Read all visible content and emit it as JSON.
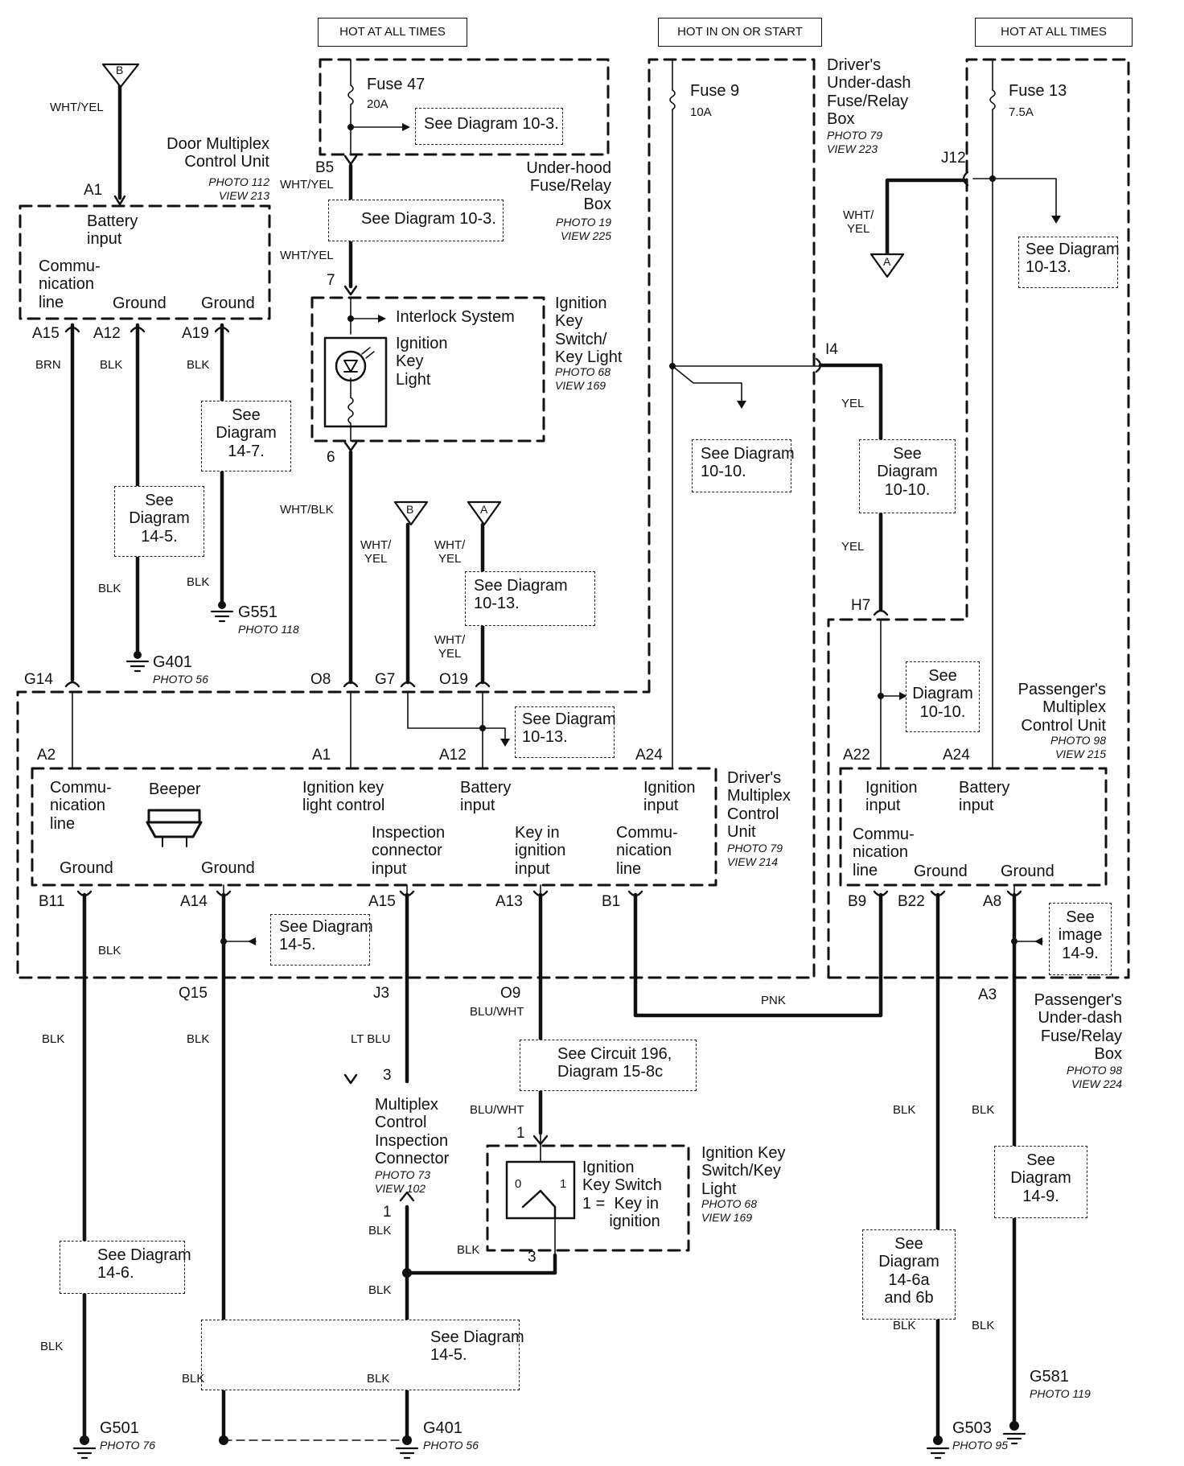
{
  "hot_boxes": {
    "hot_left": "HOT AT ALL TIMES",
    "hot_mid": "HOT IN ON OR START",
    "hot_right": "HOT AT ALL TIMES"
  },
  "fuses": {
    "f47": {
      "name": "Fuse 47",
      "rating": "20A"
    },
    "f9": {
      "name": "Fuse 9",
      "rating": "10A"
    },
    "f13": {
      "name": "Fuse 13",
      "rating": "7.5A"
    }
  },
  "components": {
    "door_mux": {
      "title": "Door Multiplex\nControl Unit",
      "photo": "PHOTO 112\nVIEW 213",
      "battery": "Battery\ninput",
      "comm": "Commu-\nnication\nline",
      "ground1": "Ground",
      "ground2": "Ground"
    },
    "underhood": {
      "title": "Under-hood\nFuse/Relay\nBox",
      "photo": "PHOTO 19\nVIEW 225"
    },
    "ign_key_light": {
      "title": "Ignition\nKey\nSwitch/\nKey Light",
      "photo": "PHOTO 68\nVIEW 169",
      "interlock": "Interlock System",
      "light": "Ignition\nKey\nLight"
    },
    "drv_dash": {
      "title": "Driver's\nUnder-dash\nFuse/Relay\nBox",
      "photo": "PHOTO 79\nVIEW 223"
    },
    "pass_mux": {
      "title": "Passenger's\nMultiplex\nControl Unit",
      "photo": "PHOTO 98\nVIEW 215",
      "ign": "Ignition\ninput",
      "bat": "Battery\ninput",
      "comm": "Commu-\nnication\nline",
      "gnd1": "Ground",
      "gnd2": "Ground"
    },
    "drv_mux": {
      "title": "Driver's\nMultiplex\nControl\nUnit",
      "photo": "PHOTO 79\nVIEW 214",
      "comm": "Commu-\nnication\nline",
      "beeper": "Beeper",
      "ign_light": "Ignition key\nlight control",
      "battery": "Battery\ninput",
      "ign_input": "Ignition\ninput",
      "ground1": "Ground",
      "ground2": "Ground",
      "insp": "Inspection\nconnector\ninput",
      "keyin": "Key in\nignition\ninput",
      "comm2": "Commu-\nnication\nline"
    },
    "pass_dash": {
      "title": "Passenger's\nUnder-dash\nFuse/Relay\nBox",
      "photo": "PHOTO 98\nVIEW 224"
    },
    "insp_conn": {
      "title": "Multiplex\nControl\nInspection\nConnector",
      "photo": "PHOTO 73\nVIEW 102"
    },
    "ign_key_sw": {
      "title": "Ignition Key\nSwitch/Key\nLight",
      "photo": "PHOTO 68\nVIEW 169",
      "inner": "Ignition\nKey Switch\n1 =  Key in\n      ignition",
      "p0": "0",
      "p1": "1"
    }
  },
  "see_refs": {
    "r1": "See Diagram 10-3.",
    "r2": "See Diagram 10-3.",
    "r3": "See\nDiagram\n14-7.",
    "r4": "See\nDiagram\n14-5.",
    "r5": "See Diagram\n10-10.",
    "r6": "See\nDiagram\n10-10.",
    "r7": "See Diagram\n10-13.",
    "r8": "See Diagram\n10-13.",
    "r9": "See\nDiagram\n10-10.",
    "r10": "See Diagram\n10-13.",
    "r11": "See Diagram\n14-5.",
    "r12": "See\nimage\n14-9.",
    "r13": "See Circuit 196,\nDiagram 15-8c",
    "r14": "See Diagram\n14-6.",
    "r15": "See\nDiagram\n14-9.",
    "r16": "See\nDiagram\n14-6a\nand 6b",
    "r17": "See Diagram\n14-5."
  },
  "grounds": [
    {
      "name": "G551",
      "photo": "PHOTO 118"
    },
    {
      "name": "G401",
      "photo": "PHOTO 56"
    },
    {
      "name": "G501",
      "photo": "PHOTO 76"
    },
    {
      "name": "G401",
      "photo": "PHOTO 56"
    },
    {
      "name": "G503",
      "photo": "PHOTO 95"
    },
    {
      "name": "G581",
      "photo": "PHOTO 119"
    }
  ],
  "connectors": {
    "B": "B",
    "A": "A"
  },
  "pins": {
    "A1": "A1",
    "A15": "A15",
    "A12": "A12",
    "A19": "A19",
    "B5": "B5",
    "p7": "7",
    "p6": "6",
    "J12": "J12",
    "I4": "I4",
    "H7": "H7",
    "G14": "G14",
    "O8": "O8",
    "G7": "G7",
    "O19": "O19",
    "A2": "A2",
    "dA1": "A1",
    "dA12": "A12",
    "A24": "A24",
    "A22": "A22",
    "pA24": "A24",
    "B11": "B11",
    "A14": "A14",
    "dA15": "A15",
    "A13": "A13",
    "B1": "B1",
    "B9": "B9",
    "B22": "B22",
    "A8": "A8",
    "Q15": "Q15",
    "J3": "J3",
    "O9": "O9",
    "A3": "A3",
    "p3a": "3",
    "p1a": "1",
    "p1b": "1",
    "p3b": "3"
  },
  "wire_colors": {
    "w1": "WHT/YEL",
    "w2": "WHT/YEL",
    "w3": "WHT/YEL",
    "w4": "BRN",
    "w5": "BLK",
    "w6": "BLK",
    "w7": "WHT/BLK",
    "w8": "WHT/\nYEL",
    "w9": "WHT/\nYEL",
    "w10": "WHT/\nYEL",
    "w11": "BLK",
    "w12": "BLK",
    "w13": "WHT/\nYEL",
    "w14": "YEL",
    "w15": "YEL",
    "w16": "BLK",
    "w17": "BLK",
    "w18": "LT BLU",
    "w19": "BLU/WHT",
    "w20": "PNK",
    "w21": "BLU/WHT",
    "w22": "BLK",
    "w23": "BLK",
    "w24": "BLK",
    "w25": "BLK",
    "w26": "BLK",
    "w27": "BLK",
    "w28": "BLK",
    "w29": "BLK",
    "w30": "BLK",
    "w31": "BLK",
    "w32": "BLK"
  }
}
